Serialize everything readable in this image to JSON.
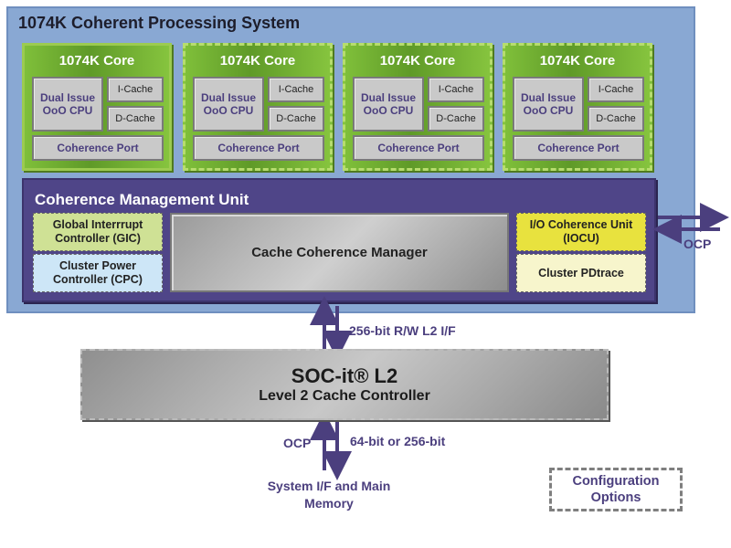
{
  "system": {
    "title": "1074K Coherent Processing System",
    "cores": [
      {
        "title": "1074K Core",
        "cpu": "Dual Issue OoO CPU",
        "icache": "I-Cache",
        "dcache": "D-Cache",
        "port": "Coherence Port",
        "optional": false
      },
      {
        "title": "1074K Core",
        "cpu": "Dual Issue OoO CPU",
        "icache": "I-Cache",
        "dcache": "D-Cache",
        "port": "Coherence Port",
        "optional": true
      },
      {
        "title": "1074K Core",
        "cpu": "Dual Issue OoO CPU",
        "icache": "I-Cache",
        "dcache": "D-Cache",
        "port": "Coherence Port",
        "optional": true
      },
      {
        "title": "1074K Core",
        "cpu": "Dual Issue OoO CPU",
        "icache": "I-Cache",
        "dcache": "D-Cache",
        "port": "Coherence Port",
        "optional": true
      }
    ]
  },
  "cmu": {
    "title": "Coherence Management Unit",
    "gic": "Global Interrrupt Controller (GIC)",
    "cpc": "Cluster Power Controller (CPC)",
    "ccm": "Cache Coherence Manager",
    "iocu": "I/O Coherence Unit (IOCU)",
    "pdtrace": "Cluster PDtrace"
  },
  "interfaces": {
    "ocp_right": "OCP",
    "l2_if": "256-bit R/W L2 I/F",
    "ocp_bottom": "OCP",
    "mem_width": "64-bit or 256-bit",
    "system_mem": "System I/F and Main Memory"
  },
  "l2": {
    "title": "SOC-it® L2",
    "subtitle": "Level 2 Cache Controller"
  },
  "legend": {
    "config": "Configuration Options"
  },
  "colors": {
    "arrow": "#4b3f7e",
    "system_bg": "#89a8d3",
    "cmu_bg": "#4f4588",
    "core_green": "#7fbf3a"
  }
}
